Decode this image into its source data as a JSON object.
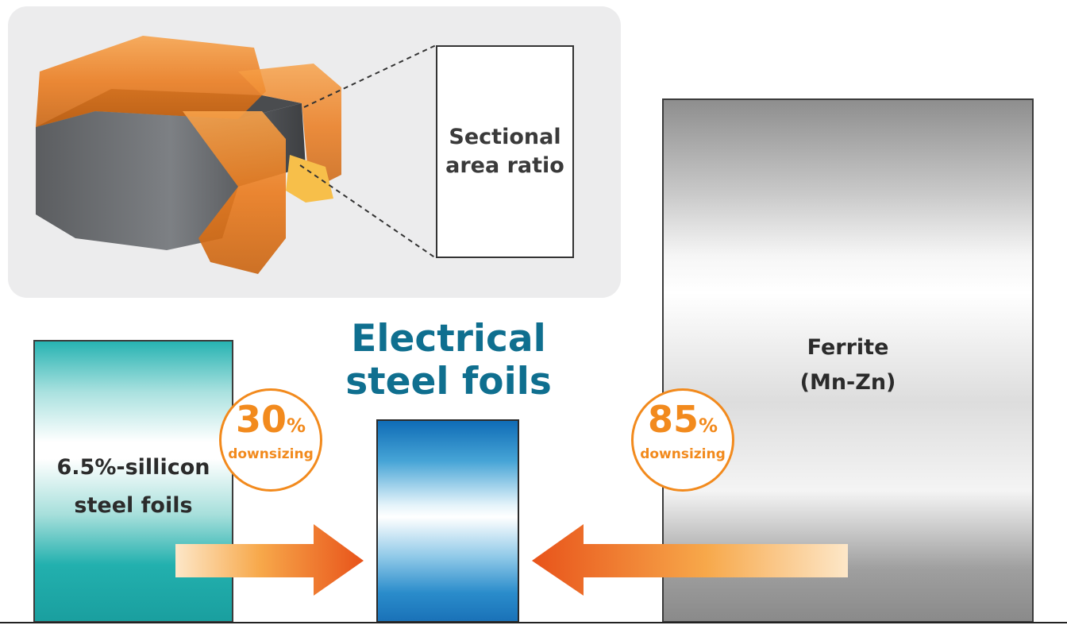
{
  "callout": {
    "text": "Sectional\narea ratio"
  },
  "bars": {
    "silicon": {
      "label": "6.5%-sillicon\nsteel foils"
    },
    "electrical": {
      "title": "Electrical\nsteel foils"
    },
    "ferrite": {
      "label": "Ferrite\n(Mn-Zn)"
    }
  },
  "badges": {
    "left": {
      "value": "30",
      "unit": "%",
      "caption": "downsizing"
    },
    "right": {
      "value": "85",
      "unit": "%",
      "caption": "downsizing"
    }
  },
  "colors": {
    "orange": "#f28a1d",
    "title_blue": "#0f6f8f",
    "teal": "#27b3b2",
    "blue": "#1a72b8",
    "gray": "#8e8e8e"
  }
}
